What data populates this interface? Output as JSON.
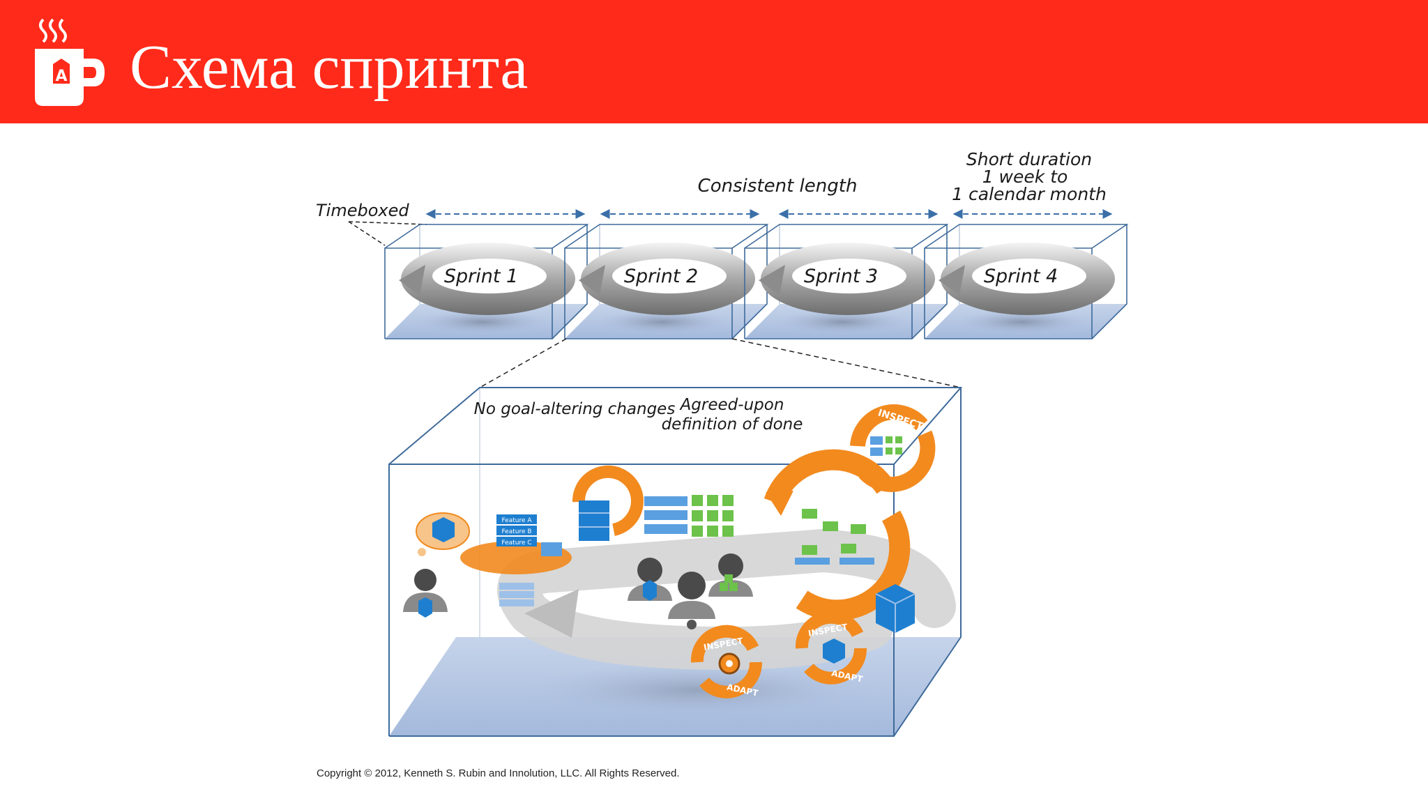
{
  "header": {
    "title": "Схема спринта",
    "logo_icon": "mug-icon",
    "background": "#ff2a1a"
  },
  "diagram": {
    "label_timeboxed": "Timeboxed",
    "label_consistent": "Consistent length",
    "label_short_1": "Short duration",
    "label_short_2": "1 week to",
    "label_short_3": "1 calendar month",
    "sprints": [
      "Sprint 1",
      "Sprint 2",
      "Sprint 3",
      "Sprint 4"
    ],
    "label_no_goal": "No goal-altering changes",
    "label_agreed_1": "Agreed-upon",
    "label_agreed_2": "definition of done",
    "label_feature_a": "Feature A",
    "label_feature_b": "Feature B",
    "label_feature_c": "Feature C",
    "inspect": "INSPECT",
    "adapt": "ADAPT",
    "colors": {
      "box_line": "#2d5a8a",
      "box_floor": "#a9bedf",
      "cycle_orange": "#f28a1e",
      "cube_blue": "#1e7fd0",
      "cube_green": "#6cc24a"
    }
  },
  "footer": {
    "copyright": "Copyright © 2012, Kenneth S. Rubin and Innolution, LLC. All Rights Reserved."
  }
}
